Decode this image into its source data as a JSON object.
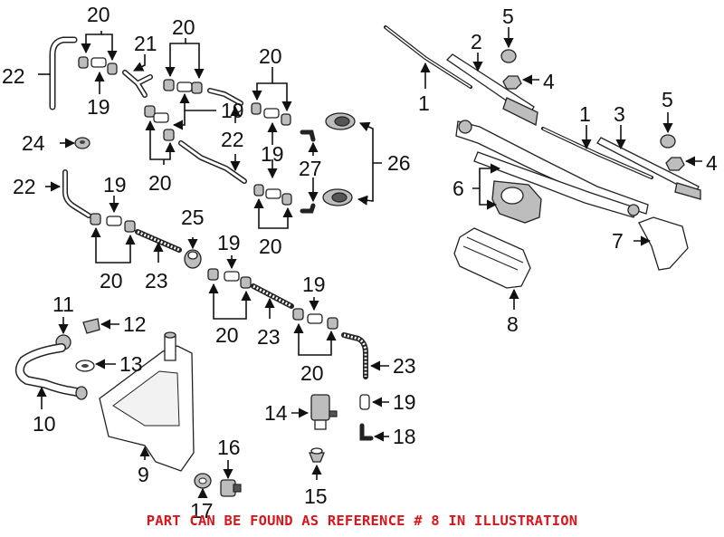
{
  "callouts": {
    "c1a": "1",
    "c1b": "1",
    "c2": "2",
    "c3": "3",
    "c4a": "4",
    "c4b": "4",
    "c5a": "5",
    "c5b": "5",
    "c6": "6",
    "c7": "7",
    "c8": "8",
    "c9": "9",
    "c10": "10",
    "c11": "11",
    "c12": "12",
    "c13": "13",
    "c14": "14",
    "c15": "15",
    "c16": "16",
    "c17": "17",
    "c18": "18",
    "c19a": "19",
    "c19b": "19",
    "c19c": "19",
    "c19d": "19",
    "c19e": "19",
    "c19f": "19",
    "c19g": "19",
    "c20a": "20",
    "c20b": "20",
    "c20c": "20",
    "c20d": "20",
    "c20e": "20",
    "c20f": "20",
    "c20g": "20",
    "c20h": "20",
    "c21": "21",
    "c22a": "22",
    "c22b": "22",
    "c22c": "22",
    "c23a": "23",
    "c23b": "23",
    "c23c": "23",
    "c24": "24",
    "c25": "25",
    "c26": "26",
    "c27": "27"
  },
  "footer": {
    "note": "PART CAN BE FOUND AS REFERENCE # 8 IN ILLUSTRATION",
    "note_color": "#d8161b"
  }
}
